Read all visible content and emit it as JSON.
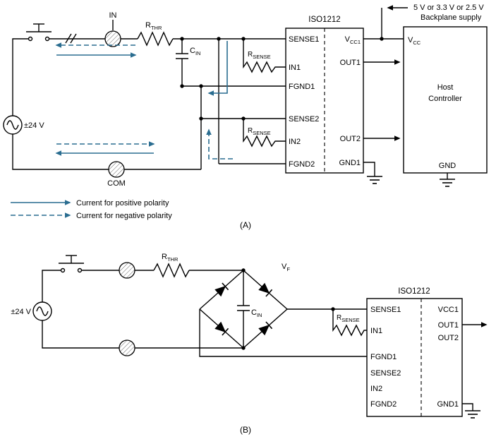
{
  "colors": {
    "wire": "#000000",
    "current_arrows": "#2a6d90",
    "chip_fill": "#ffffff"
  },
  "section_a": {
    "caption": "(A)",
    "supply_line1": "5 V or 3.3 V or 2.5 V",
    "supply_line2": "Backplane supply",
    "source_label": "±24 V",
    "terminal_in": "IN",
    "terminal_com": "COM",
    "r_thr": {
      "base": "R",
      "sub": "THR"
    },
    "c_in": {
      "base": "C",
      "sub": "IN"
    },
    "r_sense": {
      "base": "R",
      "sub": "SENSE"
    },
    "chip": {
      "title": "ISO1212",
      "pin_sense1": "SENSE1",
      "pin_in1": "IN1",
      "pin_fgnd1": "FGND1",
      "pin_sense2": "SENSE2",
      "pin_in2": "IN2",
      "pin_fgnd2": "FGND2",
      "pin_vcc1": {
        "base": "V",
        "sub": "CC1"
      },
      "pin_out1": "OUT1",
      "pin_out2": "OUT2",
      "pin_gnd1": "GND1"
    },
    "host": {
      "pin_vcc": {
        "base": "V",
        "sub": "CC"
      },
      "name_line1": "Host",
      "name_line2": "Controller",
      "pin_gnd": "GND"
    },
    "legend": {
      "positive": "Current for positive polarity",
      "negative": "Current for negative polarity"
    }
  },
  "section_b": {
    "caption": "(B)",
    "source_label": "±24 V",
    "r_thr": {
      "base": "R",
      "sub": "THR"
    },
    "v_f": {
      "base": "V",
      "sub": "F"
    },
    "c_in": {
      "base": "C",
      "sub": "IN"
    },
    "r_sense": {
      "base": "R",
      "sub": "SENSE"
    },
    "chip": {
      "title": "ISO1212",
      "pin_sense1": "SENSE1",
      "pin_in1": "IN1",
      "pin_fgnd1": "FGND1",
      "pin_sense2": "SENSE2",
      "pin_in2": "IN2",
      "pin_fgnd2": "FGND2",
      "pin_vcc1": "VCC1",
      "pin_out1": "OUT1",
      "pin_out2": "OUT2",
      "pin_gnd1": "GND1"
    }
  }
}
